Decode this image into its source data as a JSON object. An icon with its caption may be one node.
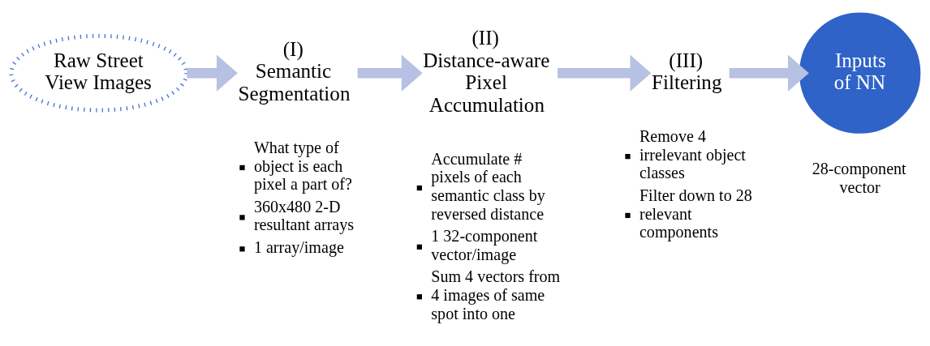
{
  "diagram": {
    "nodes": [
      {
        "text": [
          "Raw Street View Images"
        ]
      },
      {
        "text": [
          "(I)",
          "Semantic Segmentation"
        ],
        "beside": [
          "What type of object is each pixel a part of?",
          "360x480 2-D resultant arrays",
          "1 array/image"
        ]
      },
      {
        "text": [
          "(II)",
          "Distance-aware Pixel Accumulation"
        ],
        "beside": [
          "Accumulate # pixels of each semantic class by reversed distance",
          "1 32-component vector/image",
          "Sum 4 vectors from 4 images of same spot into one"
        ]
      },
      {
        "text": [
          "(III)",
          "Filtering"
        ],
        "beside": [
          "Remove 4 irrelevant object classes",
          "Filter down to 28 relevant components"
        ]
      },
      {
        "text": [
          "Inputs of NN"
        ],
        "beside": [
          "28-component vector"
        ]
      }
    ],
    "edges": [
      {
        "from": 0,
        "to": 1,
        "arrow": "to"
      },
      {
        "from": 1,
        "to": 2,
        "arrow": "to"
      },
      {
        "from": 2,
        "to": 3,
        "arrow": "to"
      },
      {
        "from": 3,
        "to": 4,
        "arrow": "to"
      }
    ]
  }
}
